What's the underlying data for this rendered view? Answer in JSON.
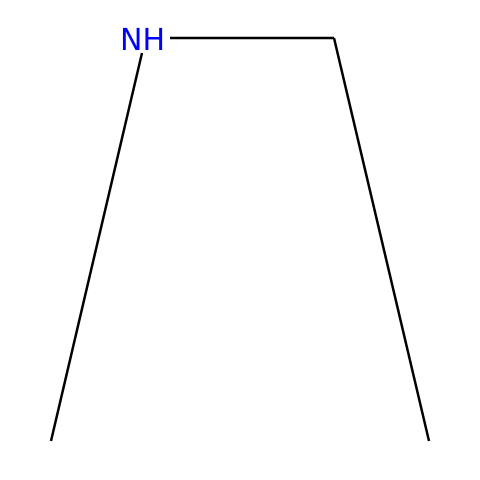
{
  "molecule": {
    "atoms": [
      {
        "id": "n1",
        "label": "NH",
        "color": "#0000ff"
      }
    ],
    "bonds": [
      {
        "id": "b1",
        "from": "ch3-left",
        "to": "n1",
        "order": 1
      },
      {
        "id": "b2",
        "from": "n1",
        "to": "ch2",
        "order": 1
      },
      {
        "id": "b3",
        "from": "ch2",
        "to": "ch3-right",
        "order": 1
      }
    ],
    "bond_color": "#000000",
    "background": "#ffffff"
  }
}
